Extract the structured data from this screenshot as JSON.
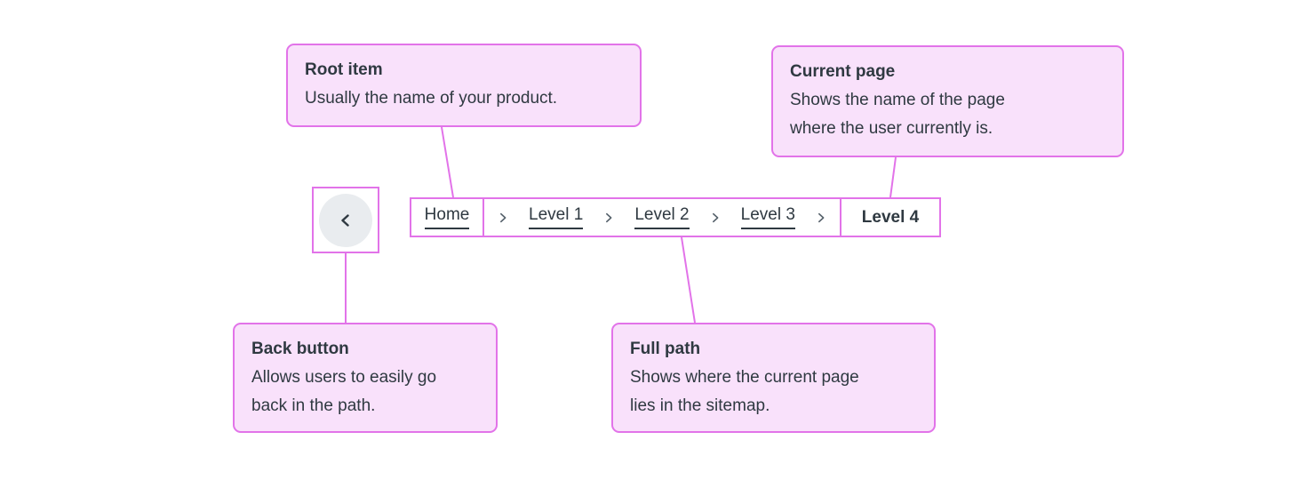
{
  "colors": {
    "accent_border": "#E273E9",
    "callout_fill": "#F9E1FB",
    "text_dark": "#2F3941",
    "back_circle_fill": "#E9ECEF",
    "separator_gray": "#56626B"
  },
  "callouts": {
    "root_item": {
      "title": "Root item",
      "body": "Usually the name of your product."
    },
    "current_page": {
      "title": "Current page",
      "body": "Shows the name of the page where the user currently is."
    },
    "back_button": {
      "title": "Back button",
      "body": "Allows users to easily go back in the path."
    },
    "full_path": {
      "title": "Full path",
      "body": "Shows where the current page lies in the sitemap."
    }
  },
  "back_button": {
    "icon": "chevron-left-icon"
  },
  "breadcrumb": {
    "separator_icon": "chevron-right-icon",
    "items": [
      {
        "label": "Home",
        "type": "link"
      },
      {
        "label": "Level 1",
        "type": "link"
      },
      {
        "label": "Level 2",
        "type": "link"
      },
      {
        "label": "Level 3",
        "type": "link"
      },
      {
        "label": "Level 4",
        "type": "current"
      }
    ]
  }
}
